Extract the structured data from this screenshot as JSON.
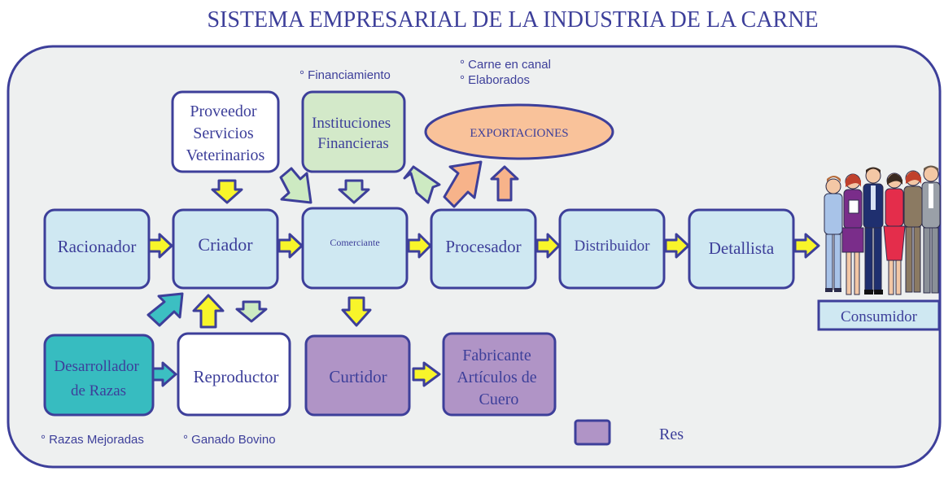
{
  "title": "SISTEMA EMPRESARIAL DE LA INDUSTRIA DE LA CARNE",
  "notes": {
    "financing": "° Financiamiento",
    "exports_items": [
      "° Carne en canal",
      "° Elaborados"
    ],
    "improved_breeds": "° Razas Mejoradas",
    "cattle": "° Ganado Bovino"
  },
  "nodes": {
    "proveedor": [
      "Proveedor",
      "Servicios",
      "Veterinarios"
    ],
    "instituciones": [
      "Instituciones",
      "Financieras"
    ],
    "exportaciones": "EXPORTACIONES",
    "racionador": "Racionador",
    "criador": "Criador",
    "comerciante": "Comerciante",
    "procesador": "Procesador",
    "distribuidor": "Distribuidor",
    "detallista": "Detallista",
    "desarrollador": [
      "Desarrollador",
      "de Razas"
    ],
    "reproductor": "Reproductor",
    "curtidor": "Curtidor",
    "fabricante": [
      "Fabricante",
      "Artículos de",
      "Cuero"
    ],
    "consumidor": "Consumidor"
  },
  "legend": {
    "label": "Res"
  },
  "colors": {
    "border": "#3d3f9a",
    "title": "#3d3f9a",
    "panel_bg": "#eef0f0",
    "node_light_blue": "#cfe8f2",
    "node_white": "#ffffff",
    "node_green": "#d3e9c9",
    "node_purple": "#b094c6",
    "node_teal": "#37bcc0",
    "export_fill": "#f9c29a",
    "arrow_yellow": "#f8f52a",
    "arrow_green": "#cdeac2",
    "arrow_orange": "#f7b38a",
    "arrow_teal": "#3cbfc2"
  }
}
